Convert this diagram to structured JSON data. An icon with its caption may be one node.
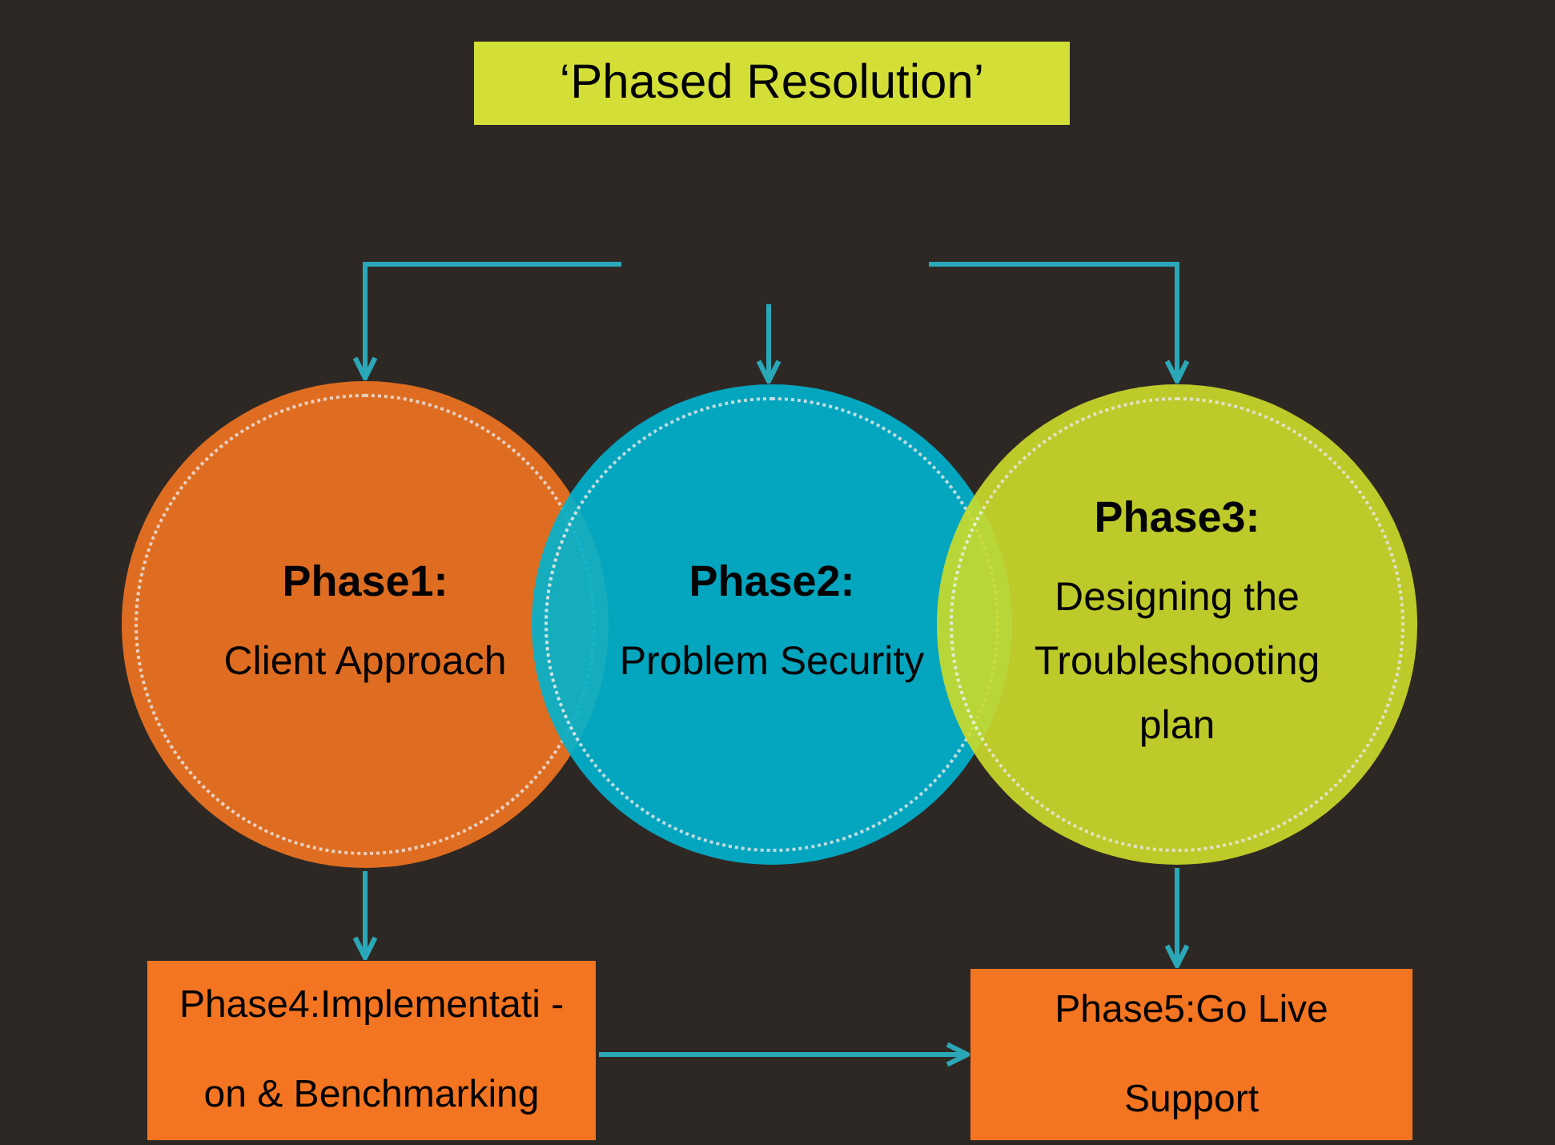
{
  "diagram": {
    "title": "‘Phased Resolution’",
    "nodes": [
      {
        "text": [
          "Phase1:",
          "Client Approach"
        ]
      },
      {
        "text": [
          "Phase2:",
          "Problem Security"
        ]
      },
      {
        "text": [
          "Phase3:",
          "Designing the Troubleshooting plan"
        ]
      },
      {
        "text": [
          "Phase4:Implementati -on & Benchmarking"
        ]
      },
      {
        "text": [
          "Phase5:Go Live Support"
        ]
      }
    ],
    "edges": [
      {
        "from": null,
        "to": 0,
        "arrow": "to"
      },
      {
        "from": null,
        "to": 1,
        "arrow": "to"
      },
      {
        "from": null,
        "to": 2,
        "arrow": "to"
      },
      {
        "from": 0,
        "to": 3,
        "arrow": "to"
      },
      {
        "from": 2,
        "to": 4,
        "arrow": "to"
      },
      {
        "from": 3,
        "to": 4,
        "arrow": "to"
      }
    ]
  }
}
